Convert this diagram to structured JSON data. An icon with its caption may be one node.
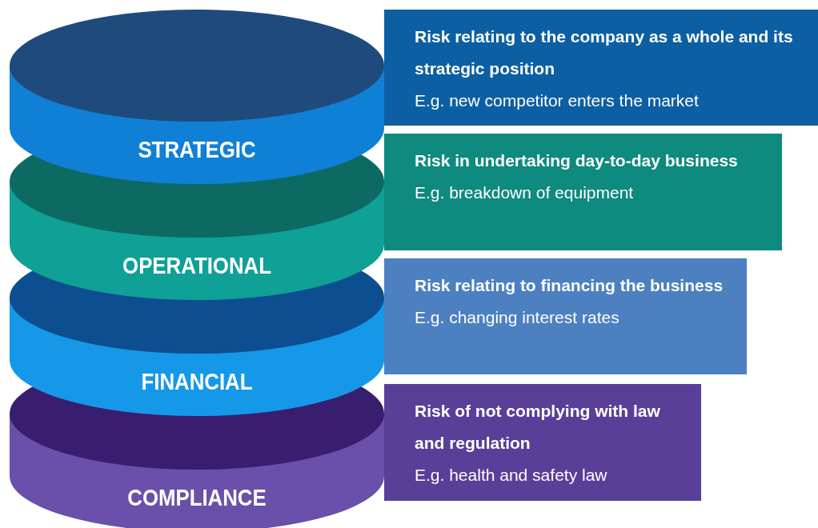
{
  "diagram": {
    "nodes": [
      {
        "text": [
          "STRATEGIC"
        ]
      },
      {
        "text": [
          "Risk relating to the company as a whole and its strategic position",
          "E.g. new competitor enters the market"
        ]
      },
      {
        "text": [
          "OPERATIONAL"
        ]
      },
      {
        "text": [
          "Risk in undertaking day-to-day business",
          "E.g. breakdown of equipment"
        ]
      },
      {
        "text": [
          "FINANCIAL"
        ]
      },
      {
        "text": [
          "Risk relating to financing the business",
          "E.g. changing interest rates"
        ]
      },
      {
        "text": [
          "COMPLIANCE"
        ]
      },
      {
        "text": [
          "Risk of not complying with law and regulation",
          "E.g. health and safety law"
        ]
      }
    ]
  }
}
